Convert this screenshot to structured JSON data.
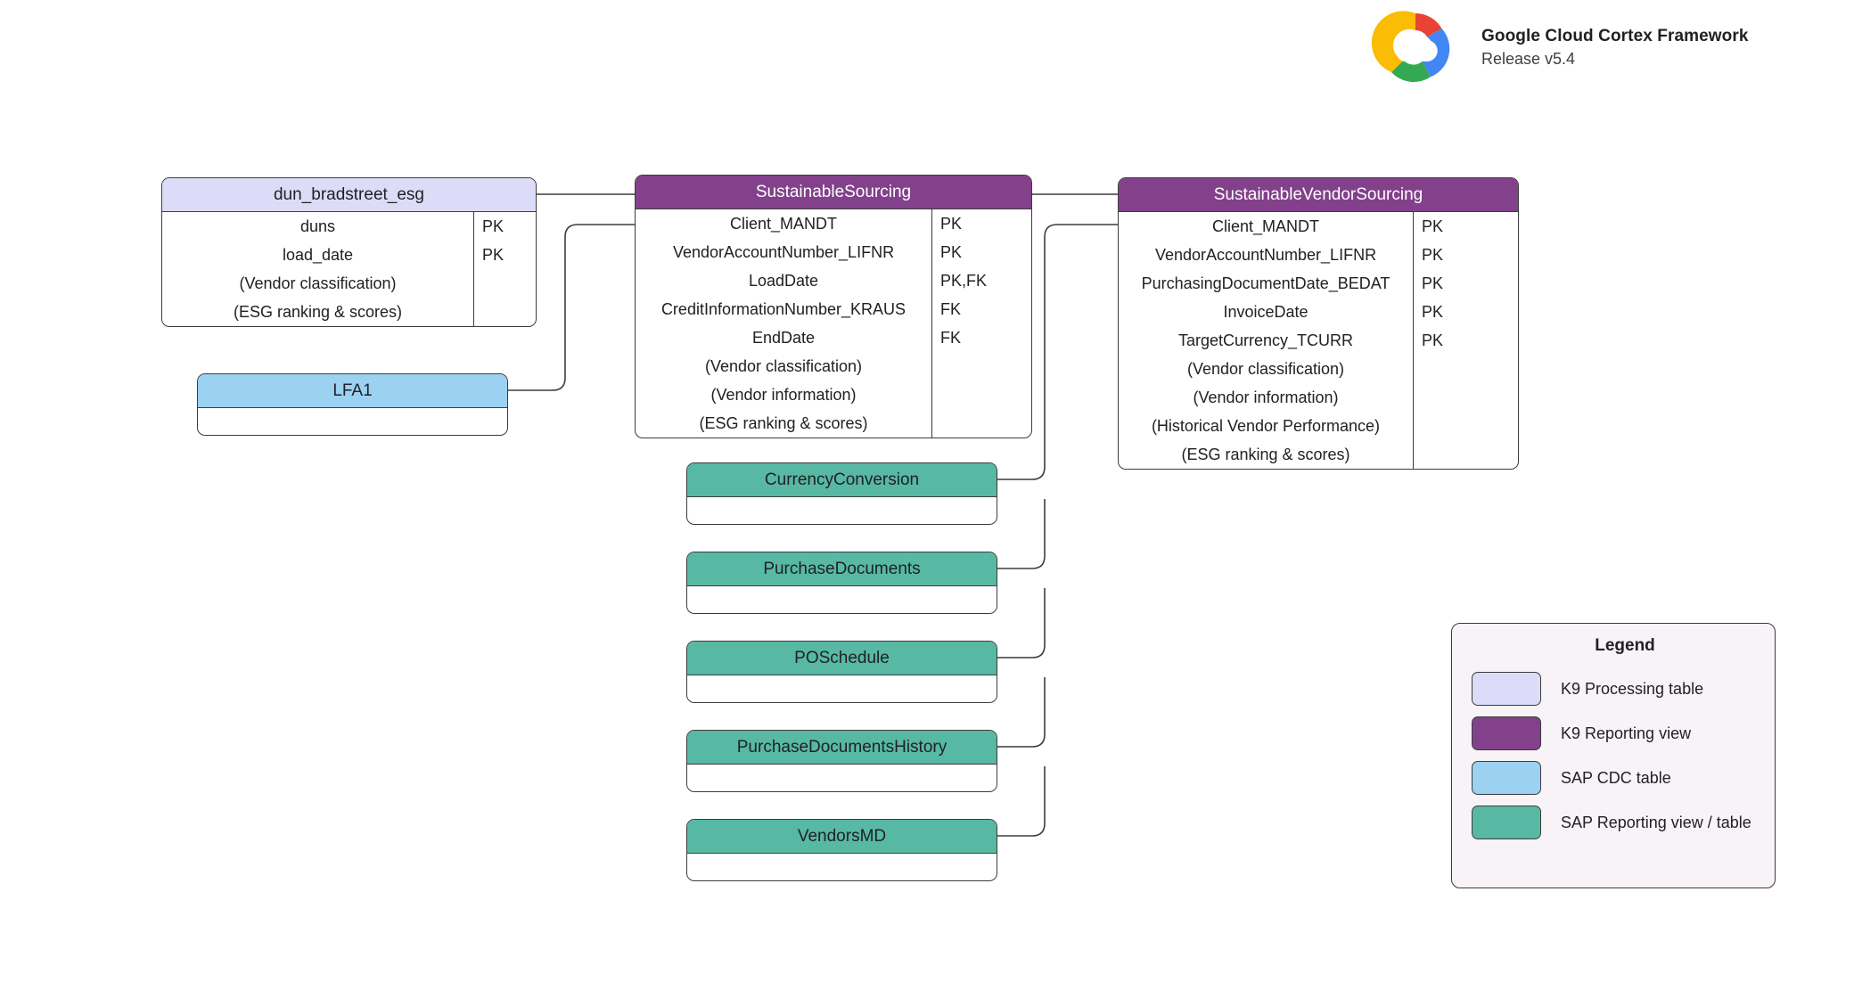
{
  "brand": {
    "logo_icon": "google-cloud-logo",
    "title": "Google Cloud Cortex Framework",
    "release": "Release v5.4"
  },
  "diagram": {
    "entities": [
      {
        "id": "dun_bradstreet_esg",
        "name": "dun_bradstreet_esg",
        "type": "K9 Processing table",
        "fields": [
          {
            "name": "duns",
            "key": "PK"
          },
          {
            "name": "load_date",
            "key": "PK"
          },
          {
            "name": "(Vendor classification)",
            "key": ""
          },
          {
            "name": "(ESG ranking & scores)",
            "key": ""
          }
        ]
      },
      {
        "id": "LFA1",
        "name": "LFA1",
        "type": "SAP CDC table",
        "fields": []
      },
      {
        "id": "SustainableSourcing",
        "name": "SustainableSourcing",
        "type": "K9 Reporting view",
        "fields": [
          {
            "name": "Client_MANDT",
            "key": "PK"
          },
          {
            "name": "VendorAccountNumber_LIFNR",
            "key": "PK"
          },
          {
            "name": "LoadDate",
            "key": "PK,FK"
          },
          {
            "name": "CreditInformationNumber_KRAUS",
            "key": "FK"
          },
          {
            "name": "EndDate",
            "key": "FK"
          },
          {
            "name": "(Vendor classification)",
            "key": ""
          },
          {
            "name": "(Vendor information)",
            "key": ""
          },
          {
            "name": "(ESG ranking & scores)",
            "key": ""
          }
        ]
      },
      {
        "id": "SustainableVendorSourcing",
        "name": "SustainableVendorSourcing",
        "type": "K9 Reporting view",
        "fields": [
          {
            "name": "Client_MANDT",
            "key": "PK"
          },
          {
            "name": "VendorAccountNumber_LIFNR",
            "key": "PK"
          },
          {
            "name": "PurchasingDocumentDate_BEDAT",
            "key": "PK"
          },
          {
            "name": "InvoiceDate",
            "key": "PK"
          },
          {
            "name": "TargetCurrency_TCURR",
            "key": "PK"
          },
          {
            "name": "(Vendor classification)",
            "key": ""
          },
          {
            "name": "(Vendor information)",
            "key": ""
          },
          {
            "name": "(Historical Vendor Performance)",
            "key": ""
          },
          {
            "name": "(ESG ranking & scores)",
            "key": ""
          }
        ]
      },
      {
        "id": "CurrencyConversion",
        "name": "CurrencyConversion",
        "type": "SAP Reporting view / table",
        "fields": []
      },
      {
        "id": "PurchaseDocuments",
        "name": "PurchaseDocuments",
        "type": "SAP Reporting view / table",
        "fields": []
      },
      {
        "id": "POSchedule",
        "name": "POSchedule",
        "type": "SAP Reporting view / table",
        "fields": []
      },
      {
        "id": "PurchaseDocumentsHistory",
        "name": "PurchaseDocumentsHistory",
        "type": "SAP Reporting view / table",
        "fields": []
      },
      {
        "id": "VendorsMD",
        "name": "VendorsMD",
        "type": "SAP Reporting view / table",
        "fields": []
      }
    ]
  },
  "legend": {
    "title": "Legend",
    "items": [
      {
        "label": "K9 Processing table",
        "color": "#dcdcf8"
      },
      {
        "label": "K9 Reporting view",
        "color": "#82418a"
      },
      {
        "label": "SAP CDC table",
        "color": "#9bd2f2"
      },
      {
        "label": "SAP Reporting view / table",
        "color": "#57b9a4"
      }
    ]
  }
}
